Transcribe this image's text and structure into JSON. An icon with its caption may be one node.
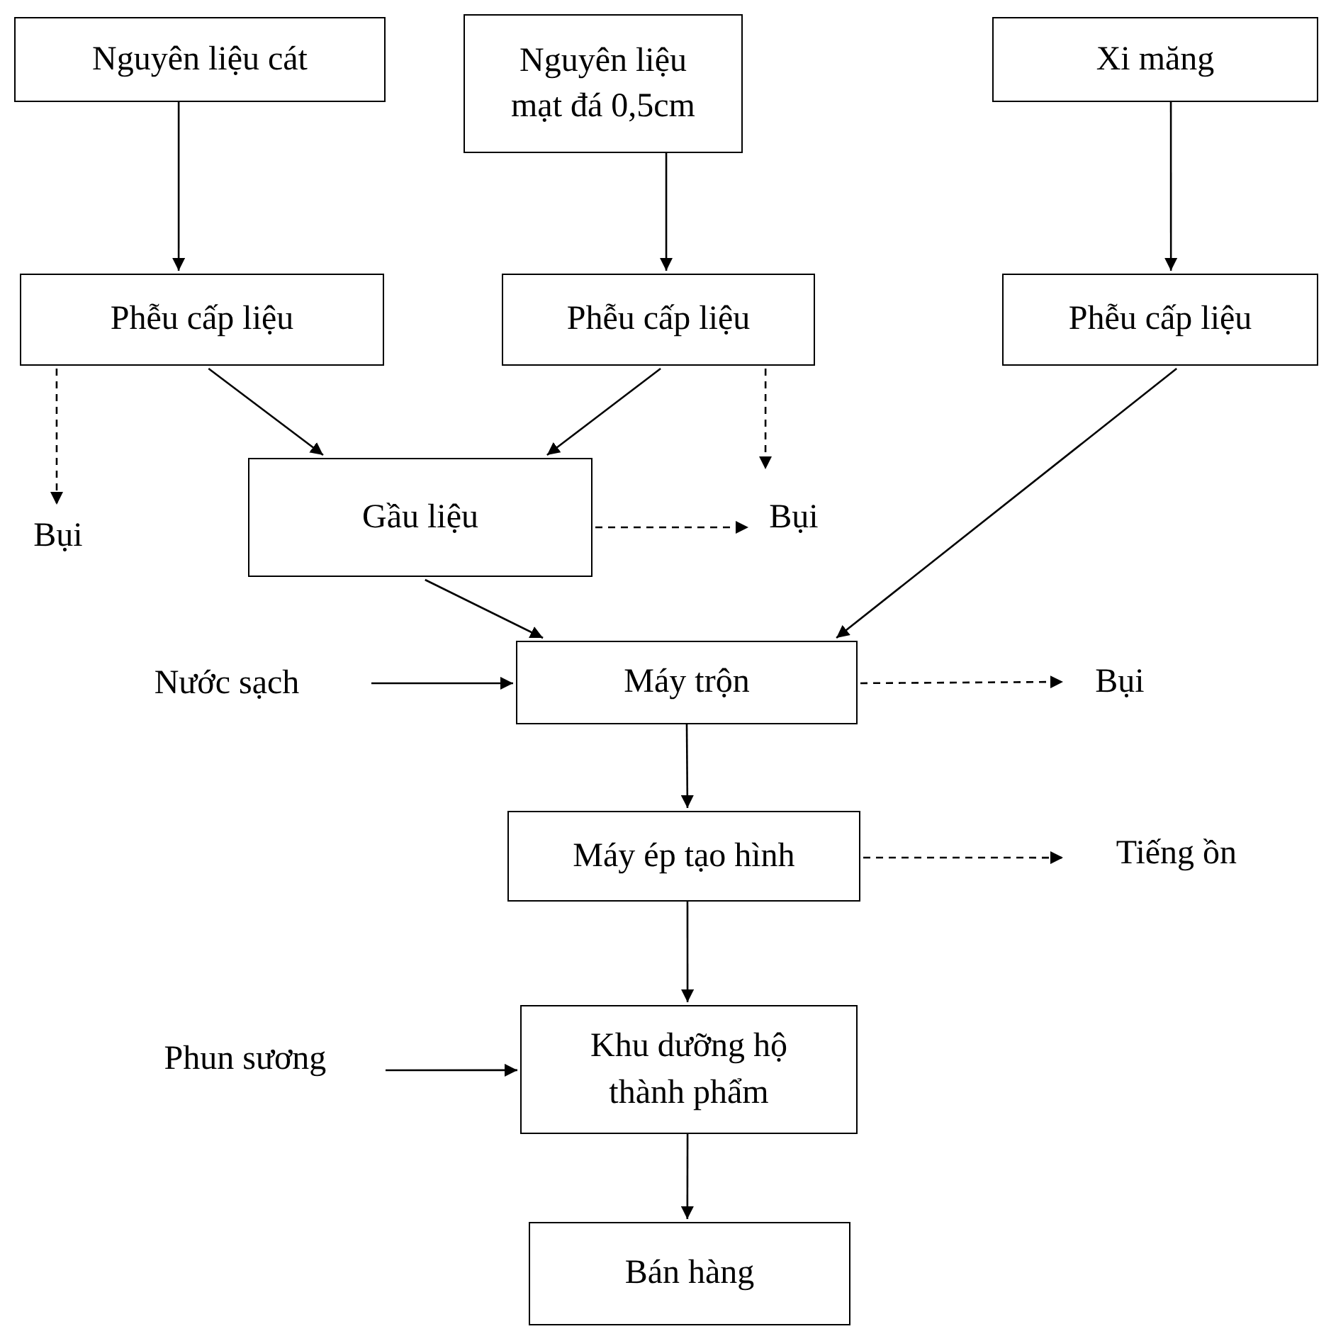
{
  "diagram": {
    "nodes": [
      {
        "text": [
          "Nguyên liệu cát"
        ]
      },
      {
        "text": [
          "Nguyên liệu mạt đá 0,5cm"
        ]
      },
      {
        "text": [
          "Xi măng"
        ]
      },
      {
        "text": [
          "Phễu cấp liệu"
        ]
      },
      {
        "text": [
          "Phễu cấp liệu"
        ]
      },
      {
        "text": [
          "Phễu cấp liệu"
        ]
      },
      {
        "text": [
          "Bụi"
        ]
      },
      {
        "text": [
          "Gầu liệu"
        ]
      },
      {
        "text": [
          "Bụi"
        ]
      },
      {
        "text": [
          "Nước sạch"
        ]
      },
      {
        "text": [
          "Máy trộn"
        ]
      },
      {
        "text": [
          "Bụi"
        ]
      },
      {
        "text": [
          "Máy ép tạo hình"
        ]
      },
      {
        "text": [
          "Tiếng ồn"
        ]
      },
      {
        "text": [
          "Phun sương"
        ]
      },
      {
        "text": [
          "Khu dưỡng hộ thành phẩm"
        ]
      },
      {
        "text": [
          "Bán hàng"
        ]
      }
    ],
    "edges": [
      {
        "from": 0,
        "to": 3,
        "arrow": "to"
      },
      {
        "from": 1,
        "to": 4,
        "arrow": "to"
      },
      {
        "from": 2,
        "to": 5,
        "arrow": "to"
      },
      {
        "from": 3,
        "to": 6,
        "arrow": "to",
        "style": "dashed"
      },
      {
        "from": 3,
        "to": 7,
        "arrow": "to"
      },
      {
        "from": 4,
        "to": 7,
        "arrow": "to"
      },
      {
        "from": 4,
        "to": 8,
        "arrow": "to",
        "style": "dashed"
      },
      {
        "from": 7,
        "to": 8,
        "arrow": "to",
        "style": "dashed"
      },
      {
        "from": 7,
        "to": 10,
        "arrow": "to"
      },
      {
        "from": 5,
        "to": 10,
        "arrow": "to"
      },
      {
        "from": 9,
        "to": 10,
        "arrow": "to"
      },
      {
        "from": 10,
        "to": 11,
        "arrow": "to",
        "style": "dashed"
      },
      {
        "from": 10,
        "to": 12,
        "arrow": "to"
      },
      {
        "from": 12,
        "to": 13,
        "arrow": "to",
        "style": "dashed"
      },
      {
        "from": 12,
        "to": 15,
        "arrow": "to"
      },
      {
        "from": 14,
        "to": 15,
        "arrow": "to"
      },
      {
        "from": 15,
        "to": 16,
        "arrow": "to"
      }
    ]
  }
}
